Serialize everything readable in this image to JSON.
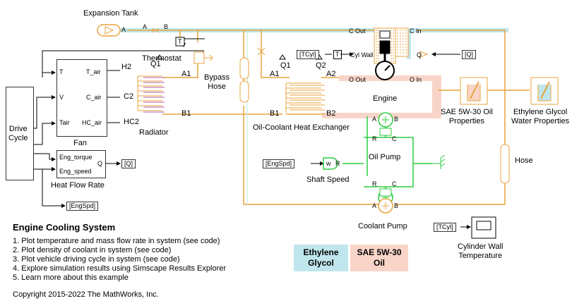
{
  "model": {
    "title": "Engine Cooling System",
    "links": [
      "1. Plot temperature and mass flow rate in system (see code)",
      "2. Plot density of coolant in system (see code)",
      "3. Plot vehicle driving cycle in system (see code)",
      "4. Explore simulation results using Simscape Results Explorer",
      "5. Learn more about this example"
    ],
    "copyright": "Copyright 2015-2022 The MathWorks, Inc."
  },
  "blocks": {
    "expansion_tank": "Expansion Tank",
    "thermostat": "Thermostat",
    "bypass_hose": "Bypass\nHose",
    "radiator": "Radiator",
    "fan": "Fan",
    "drive_cycle": "Drive\nCycle",
    "heat_flow_rate": "Heat Flow Rate",
    "engine": "Engine",
    "oil_cooler": "Oil-Coolant Heat Exchanger",
    "oil_props": "SAE 5W-30 Oil\nProperties",
    "glycol_props": "Ethylene Glycol\nWater Properties",
    "hose": "Hose",
    "oil_pump": "Oil Pump",
    "shaft_speed": "Shaft Speed",
    "coolant_pump": "Coolant Pump",
    "cyl_wall": "Cylinder Wall\nTemperature"
  },
  "ports": {
    "a": "A",
    "b": "B",
    "t": "T",
    "v": "V",
    "tair": "Tair",
    "t_air": "T_air",
    "c_air": "C_air",
    "hc_air": "HC_air",
    "h2": "H2",
    "c2": "C2",
    "hc2": "HC2",
    "eng_torque": "Eng_torque",
    "eng_speed": "Eng_speed",
    "q": "Q",
    "a1": "A1",
    "a2": "A2",
    "b1": "B1",
    "b2": "B2",
    "q1": "Q1",
    "q2": "Q2",
    "c_out": "C Out",
    "c_in": "C In",
    "o_out": "O Out",
    "o_in": "O In",
    "cyl_wall": "Cyl Wall",
    "r": "R",
    "c": "C",
    "w": "w"
  },
  "tags": {
    "q": "[Q]",
    "tcyl": "[TCyl]",
    "engspd": "[EngSpd]"
  },
  "legend": {
    "glycol": "Ethylene\nGlycol",
    "oil": "SAE 5W-30\nOil",
    "glycol_color": "#bfe6ec",
    "oil_color": "#f8d5c8"
  },
  "colors": {
    "coolant_line": "#e8a33c",
    "oil_line": "#2ecc40",
    "signal_line": "#000000"
  }
}
